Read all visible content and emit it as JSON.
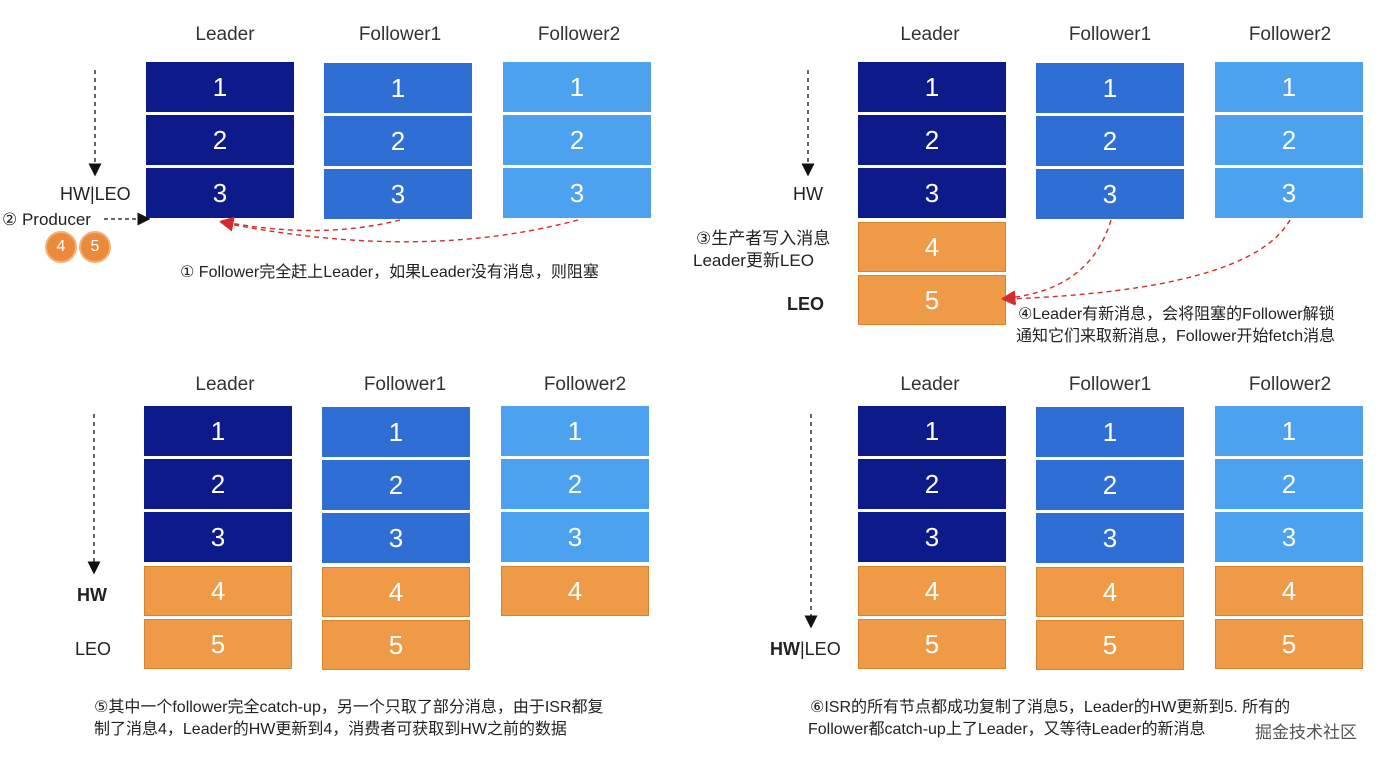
{
  "headers": {
    "leader": "Leader",
    "follower1": "Follower1",
    "follower2": "Follower2"
  },
  "boxes": {
    "m1": "1",
    "m2": "2",
    "m3": "3",
    "m4": "4",
    "m5": "5"
  },
  "panel1": {
    "hwleo": "HW|LEO",
    "producer": "② Producer",
    "badge4": "4",
    "badge5": "5",
    "note": "① Follower完全赶上Leader，如果Leader没有消息，则阻塞"
  },
  "panel2": {
    "hw": "HW",
    "write_note_1": "③生产者写入消息",
    "write_note_2": "Leader更新LEO",
    "leo": "LEO",
    "note_1": "④Leader有新消息，会将阻塞的Follower解锁",
    "note_2": "通知它们来取新消息，Follower开始fetch消息"
  },
  "panel3": {
    "hw": "HW",
    "leo": "LEO",
    "note_1": "⑤其中一个follower完全catch-up，另一个只取了部分消息，由于ISR都复",
    "note_2": "制了消息4，Leader的HW更新到4，消费者可获取到HW之前的数据"
  },
  "panel4": {
    "hw": "HW",
    "leo": "|LEO",
    "note_1": "⑥ISR的所有节点都成功复制了消息5，Leader的HW更新到5. 所有的",
    "note_2": "Follower都catch-up上了Leader，又等待Leader的新消息"
  },
  "watermark": "掘金技术社区",
  "colors": {
    "leader": "#0c1a8a",
    "follower1": "#2f6fd3",
    "follower2": "#4da2ef",
    "new_message": "#ef9a47",
    "arrow": "#d62b2b"
  }
}
